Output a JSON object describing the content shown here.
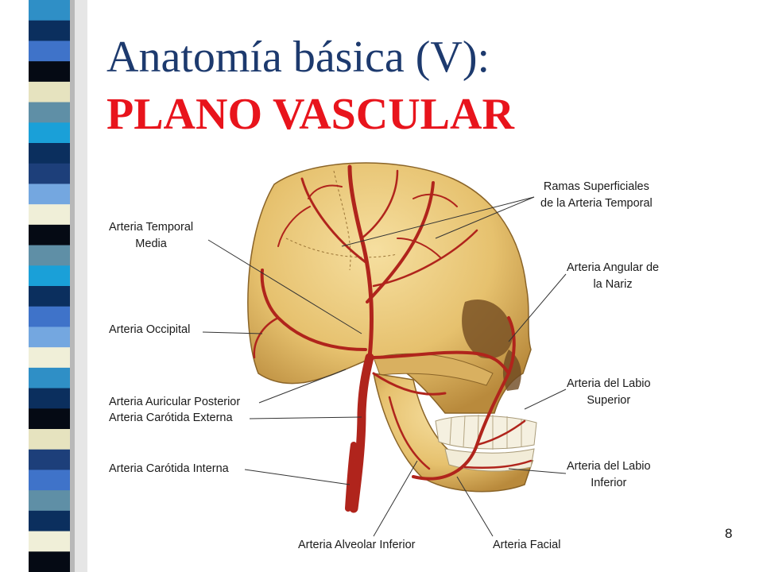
{
  "slide": {
    "title_line1": "Anatomía básica (V):",
    "title_line2": "PLANO VASCULAR",
    "page_number": "8"
  },
  "labels": {
    "ramas_superficiales": [
      "Ramas Superficiales",
      "de la Arteria Temporal"
    ],
    "temporal_media": [
      "Arteria Temporal",
      "Media"
    ],
    "angular_nariz": [
      "Arteria Angular de",
      "la Nariz"
    ],
    "occipital": "Arteria Occipital",
    "labio_superior": [
      "Arteria del Labio",
      "Superior"
    ],
    "auricular_posterior": "Arteria Auricular Posterior",
    "carotida_externa": "Arteria Carótida Externa",
    "carotida_interna": "Arteria Carótida Interna",
    "labio_inferior": [
      "Arteria del Labio",
      "Inferior"
    ],
    "alveolar_inferior": "Arteria Alveolar Inferior",
    "facial": "Arteria Facial"
  },
  "colors": {
    "title_blue": "#1d3a6e",
    "title_red": "#e8141c",
    "bone": "#e8c77a",
    "artery": "#b0241c"
  }
}
